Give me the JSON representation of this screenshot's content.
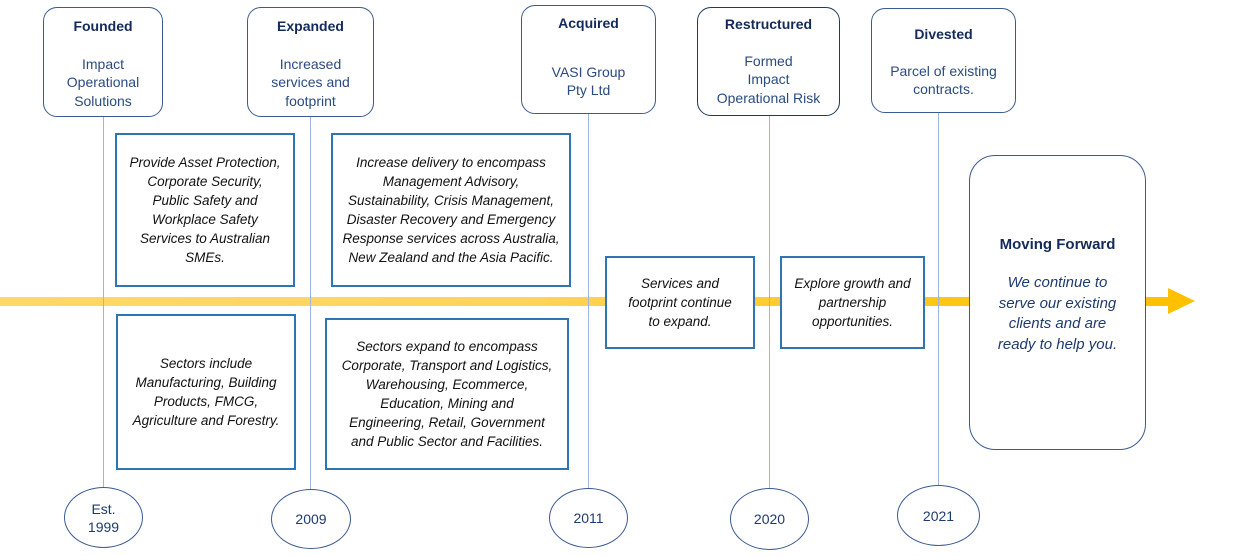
{
  "colors": {
    "timeline_start": "#ffd966",
    "timeline_end": "#ffc000",
    "box_border_blue": "#2e75b6",
    "navy_border": "#3b5a92",
    "title_text": "#142a5a",
    "connector_line": "#9fb5dd"
  },
  "milestones": [
    {
      "title": "Founded",
      "description": "Impact\nOperational\nSolutions",
      "year": "Est.\n1999"
    },
    {
      "title": "Expanded",
      "description": "Increased\nservices and\nfootprint",
      "year": "2009"
    },
    {
      "title": "Acquired",
      "description": "VASI Group\nPty Ltd",
      "year": "2011"
    },
    {
      "title": "Restructured",
      "description": "Formed\nImpact\nOperational Risk",
      "year": "2020"
    },
    {
      "title": "Divested",
      "description": "Parcel of existing\ncontracts.",
      "year": "2021"
    }
  ],
  "details": {
    "founded_services": "Provide Asset Protection,\nCorporate Security,\nPublic Safety and\nWorkplace Safety\nServices to Australian\nSMEs.",
    "founded_sectors": "Sectors include\nManufacturing, Building\nProducts, FMCG,\nAgriculture and Forestry.",
    "expanded_services": "Increase delivery to encompass\nManagement Advisory,\nSustainability, Crisis Management,\nDisaster Recovery and Emergency\nResponse services across Australia,\nNew Zealand and the Asia Pacific.",
    "expanded_sectors": "Sectors expand to encompass\nCorporate, Transport and Logistics,\nWarehousing, Ecommerce,\nEducation, Mining and\nEngineering, Retail, Government\nand Public Sector and Facilities.",
    "acquired_note": "Services and\nfootprint continue\nto expand.",
    "restructured_note": "Explore growth and\npartnership\nopportunities."
  },
  "forward": {
    "title": "Moving Forward",
    "description": "We continue to\nserve our existing\nclients and are\nready to help you."
  }
}
